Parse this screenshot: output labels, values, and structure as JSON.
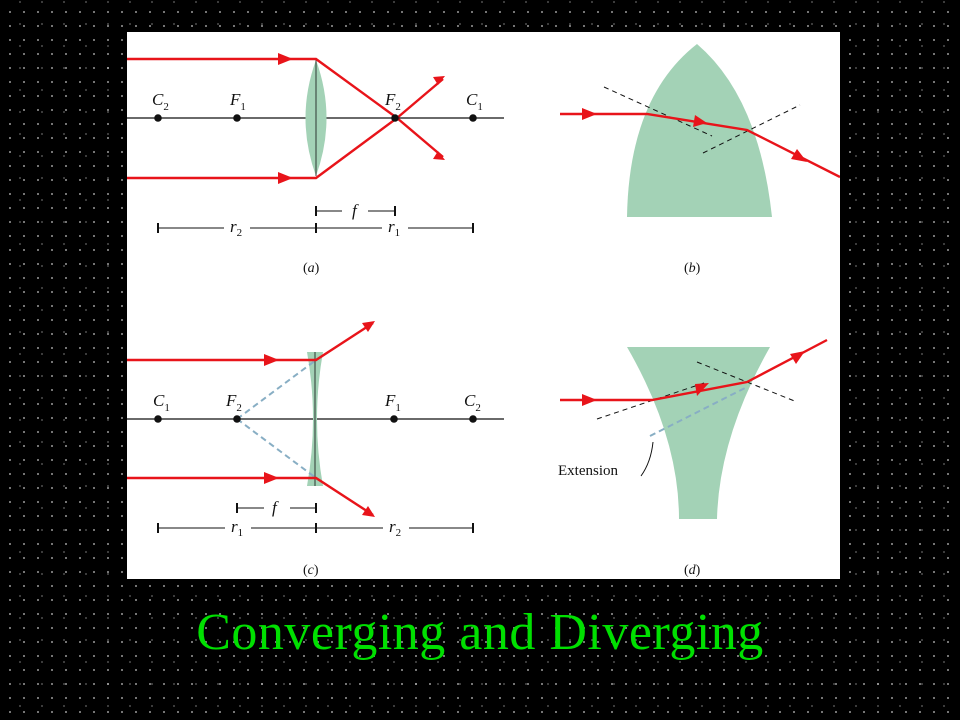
{
  "title": "Converging and Diverging",
  "colors": {
    "ray": "#e8141a",
    "lens": "#a3d2b6",
    "extension": "#88aec4",
    "title": "#00e000"
  },
  "panels": {
    "a": {
      "caption_letter": "a",
      "points": [
        {
          "letter": "C",
          "sub": "2"
        },
        {
          "letter": "F",
          "sub": "1"
        },
        {
          "letter": "F",
          "sub": "2"
        },
        {
          "letter": "C",
          "sub": "1"
        }
      ],
      "focal_label": "f",
      "dim_left": {
        "letter": "r",
        "sub": "2"
      },
      "dim_right": {
        "letter": "r",
        "sub": "1"
      }
    },
    "b": {
      "caption_letter": "b"
    },
    "c": {
      "caption_letter": "c",
      "points": [
        {
          "letter": "C",
          "sub": "1"
        },
        {
          "letter": "F",
          "sub": "2"
        },
        {
          "letter": "F",
          "sub": "1"
        },
        {
          "letter": "C",
          "sub": "2"
        }
      ],
      "focal_label": "f",
      "dim_left": {
        "letter": "r",
        "sub": "1"
      },
      "dim_right": {
        "letter": "r",
        "sub": "2"
      }
    },
    "d": {
      "caption_letter": "d",
      "extension_label": "Extension"
    }
  }
}
